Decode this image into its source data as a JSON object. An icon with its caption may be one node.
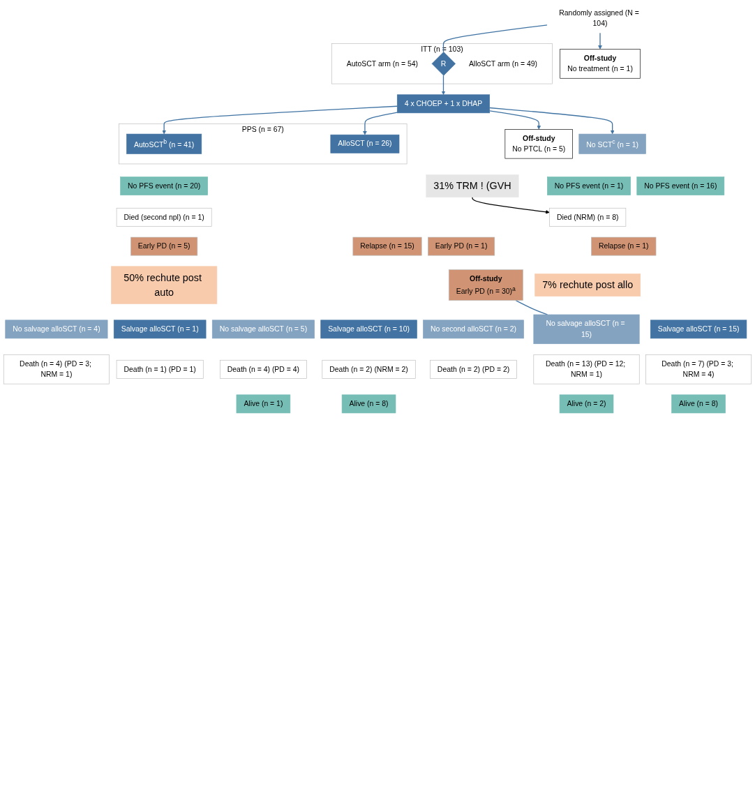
{
  "diagram": {
    "nodes": [
      {
        "text": [
          "Randomly assigned (N = 104)"
        ]
      },
      {
        "text": [
          "ITT (n = 103)"
        ]
      },
      {
        "text": [
          "AutoSCT arm (n = 54)"
        ],
        "in": 1
      },
      {
        "text": [
          "R"
        ],
        "in": 1
      },
      {
        "text": [
          "AlloSCT arm (n = 49)"
        ],
        "in": 1
      },
      {
        "text": [
          "Off-study",
          "No treatment (n = 1)"
        ]
      },
      {
        "text": [
          "4 x CHOEP + 1 x DHAP"
        ]
      },
      {
        "text": [
          "Off-study",
          "No PTCL (n = 5)"
        ]
      },
      {
        "text": [
          "Off-study",
          "Early PD (n = 30)$^{a}$"
        ]
      },
      {
        "text": [
          "PPS (n = 67)"
        ]
      },
      {
        "text": [
          "AutoSCT$^{b}$ (n = 41)"
        ],
        "in": 9
      },
      {
        "text": [
          "AlloSCT (n = 26)"
        ],
        "in": 9
      },
      {
        "text": [
          "No SCT$^{c}$ (n = 1)"
        ]
      },
      {
        "text": [
          "No PFS event (n = 20)"
        ]
      },
      {
        "text": [
          "Died (second npl) (n = 1)"
        ]
      },
      {
        "text": [
          "Early PD (n = 5)"
        ]
      },
      {
        "text": [
          "Relapse (n = 15)"
        ]
      },
      {
        "text": [
          "No PFS event (n = 16)"
        ]
      },
      {
        "text": [
          "Died (NRM) (n = 8)"
        ]
      },
      {
        "text": [
          "Early PD (n = 1)"
        ]
      },
      {
        "text": [
          "Relapse (n = 1)"
        ]
      },
      {
        "text": [
          "No PFS event (n = 1)"
        ]
      },
      {
        "text": [
          "31% TRM ! (GVH"
        ]
      },
      {
        "text": [
          "50% rechute post auto"
        ]
      },
      {
        "text": [
          "7% rechute post allo"
        ]
      },
      {
        "text": [
          "No salvage alloSCT (n = 4)"
        ]
      },
      {
        "text": [
          "Death (n = 4) (PD = 3; NRM = 1)"
        ]
      },
      {
        "text": [
          "Salvage alloSCT (n = 1)"
        ]
      },
      {
        "text": [
          "Death (n = 1) (PD = 1)"
        ]
      },
      {
        "text": [
          "No salvage alloSCT (n = 5)"
        ]
      },
      {
        "text": [
          "Death (n = 4) (PD = 4)"
        ]
      },
      {
        "text": [
          "Alive (n = 1)"
        ]
      },
      {
        "text": [
          "Salvage alloSCT (n = 10)"
        ]
      },
      {
        "text": [
          "Death (n = 2) (NRM = 2)"
        ]
      },
      {
        "text": [
          "Alive (n = 8)"
        ]
      },
      {
        "text": [
          "No second alloSCT (n = 2)"
        ]
      },
      {
        "text": [
          "Death (n = 2) (PD = 2)"
        ]
      },
      {
        "text": [
          "No salvage alloSCT (n = 15)"
        ]
      },
      {
        "text": [
          "Death (n = 13) (PD = 12; NRM = 1)"
        ]
      },
      {
        "text": [
          "Alive (n = 2)"
        ]
      },
      {
        "text": [
          "Salvage alloSCT (n = 15)"
        ]
      },
      {
        "text": [
          "Death (n = 7) (PD = 3; NRM = 4)"
        ]
      },
      {
        "text": [
          "Alive (n = 8)"
        ]
      }
    ],
    "edges": [
      {
        "from": 0,
        "to": 5,
        "arrow": "to"
      },
      {
        "from": 0,
        "to": 3,
        "arrow": "none"
      },
      {
        "from": 3,
        "to": 6,
        "arrow": "to"
      },
      {
        "from": 6,
        "to": 7,
        "arrow": "to"
      },
      {
        "from": 6,
        "to": 10,
        "arrow": "to"
      },
      {
        "from": 6,
        "to": 11,
        "arrow": "to"
      },
      {
        "from": 6,
        "to": 12,
        "arrow": "to"
      },
      {
        "from": 8,
        "to": 37,
        "arrow": "none"
      },
      {
        "from": 22,
        "to": 18,
        "arrow": "to",
        "color": "#000000"
      }
    ]
  }
}
